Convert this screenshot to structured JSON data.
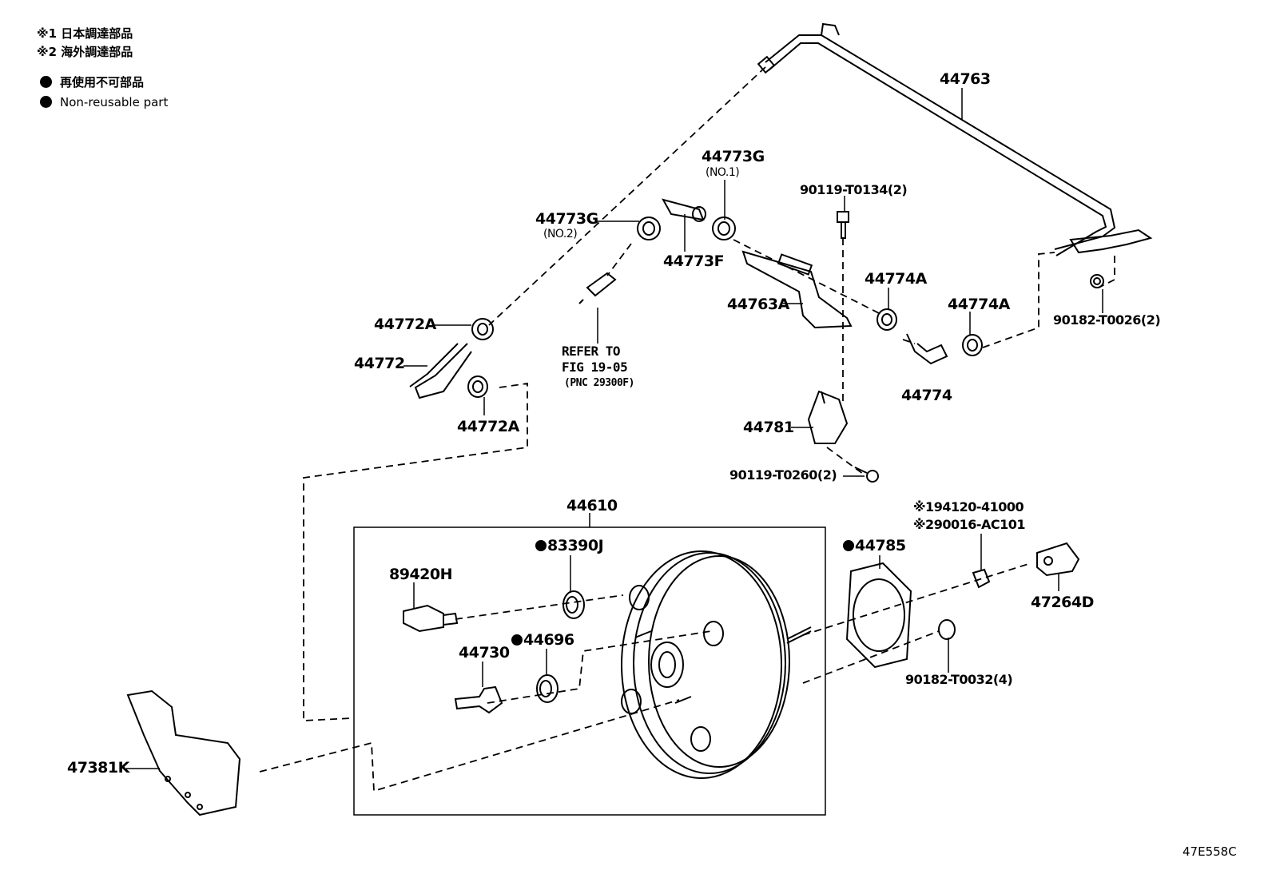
{
  "legend": {
    "note1": {
      "mark": "※1",
      "text": "日本調達部品"
    },
    "note2": {
      "mark": "※2",
      "text": "海外調達部品"
    },
    "nonreusable_jp": "再使用不可部品",
    "nonreusable_en": "Non-reusable part"
  },
  "figure_id": "47E558C",
  "parts": {
    "p44763": "44763",
    "p44773G_no1": "44773G",
    "p44773G_no1_sub": "(NO.1)",
    "p44773G_no2": "44773G",
    "p44773G_no2_sub": "(NO.2)",
    "p44773F": "44773F",
    "p90119_T0134": "90119-T0134(2)",
    "p44763A": "44763A",
    "p44774A_a": "44774A",
    "p44774A_b": "44774A",
    "p44774": "44774",
    "p90182_T0026": "90182-T0026(2)",
    "p44772A_a": "44772A",
    "p44772": "44772",
    "p44772A_b": "44772A",
    "refer_line1": "REFER TO",
    "refer_line2": "FIG 19-05",
    "refer_line3": "(PNC 29300F)",
    "p44781": "44781",
    "p90119_T0260": "90119-T0260(2)",
    "p44610": "44610",
    "p83390J": "83390J",
    "p89420H": "89420H",
    "p44696": "44696",
    "p44730": "44730",
    "p44785": "44785",
    "p94120_mark": "※1",
    "p94120": "94120-41000",
    "p90016_mark": "※2",
    "p90016": "90016-AC101",
    "p47264D": "47264D",
    "p90182_T0032": "90182-T0032(4)",
    "p47381K": "47381K"
  }
}
